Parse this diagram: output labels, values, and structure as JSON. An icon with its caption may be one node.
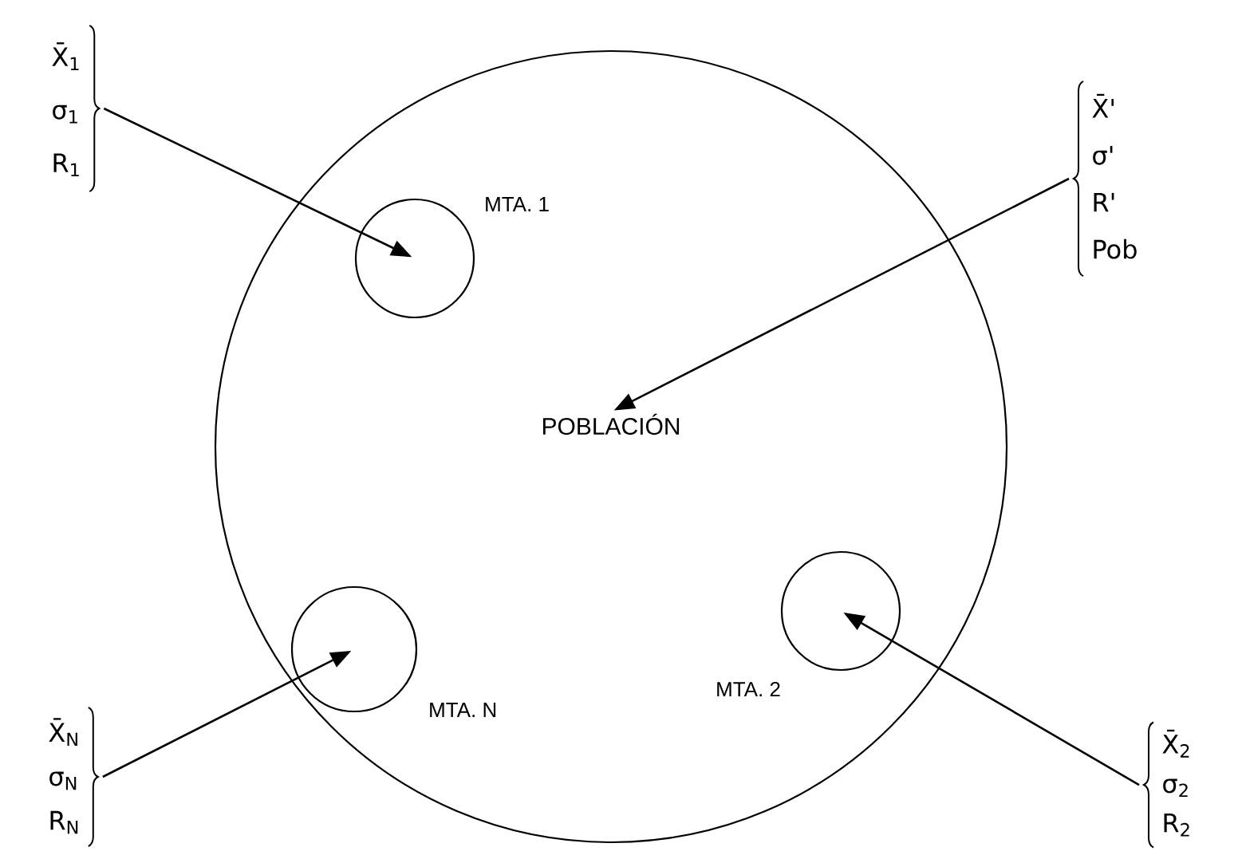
{
  "diagram": {
    "nodes": [
      {
        "text": [],
        "shape": "circle"
      },
      {
        "text": [
          "POBLACIÓN"
        ],
        "in": 0
      },
      {
        "text": [
          "MTA. 1"
        ],
        "in": 0
      },
      {
        "text": [
          "MTA. 2"
        ],
        "in": 0
      },
      {
        "text": [
          "MTA. N"
        ],
        "in": 0
      },
      {
        "text": [
          "X̄$_{1}$",
          "σ$_{1}$",
          "R$_{1}$"
        ]
      },
      {
        "text": [
          "X̄'",
          "σ'",
          "R'",
          "Pob"
        ]
      },
      {
        "text": [
          "X̄$_{N}$",
          "σ$_{N}$",
          "R$_{N}$"
        ]
      },
      {
        "text": [
          "X̄$_{2}$",
          "σ$_{2}$",
          "R$_{2}$"
        ]
      }
    ],
    "edges": [
      {
        "from": 5,
        "to": 2,
        "arrow": "to"
      },
      {
        "from": 6,
        "to": 1,
        "arrow": "to"
      },
      {
        "from": 7,
        "to": 4,
        "arrow": "to"
      },
      {
        "from": 8,
        "to": 3,
        "arrow": "to"
      }
    ]
  }
}
